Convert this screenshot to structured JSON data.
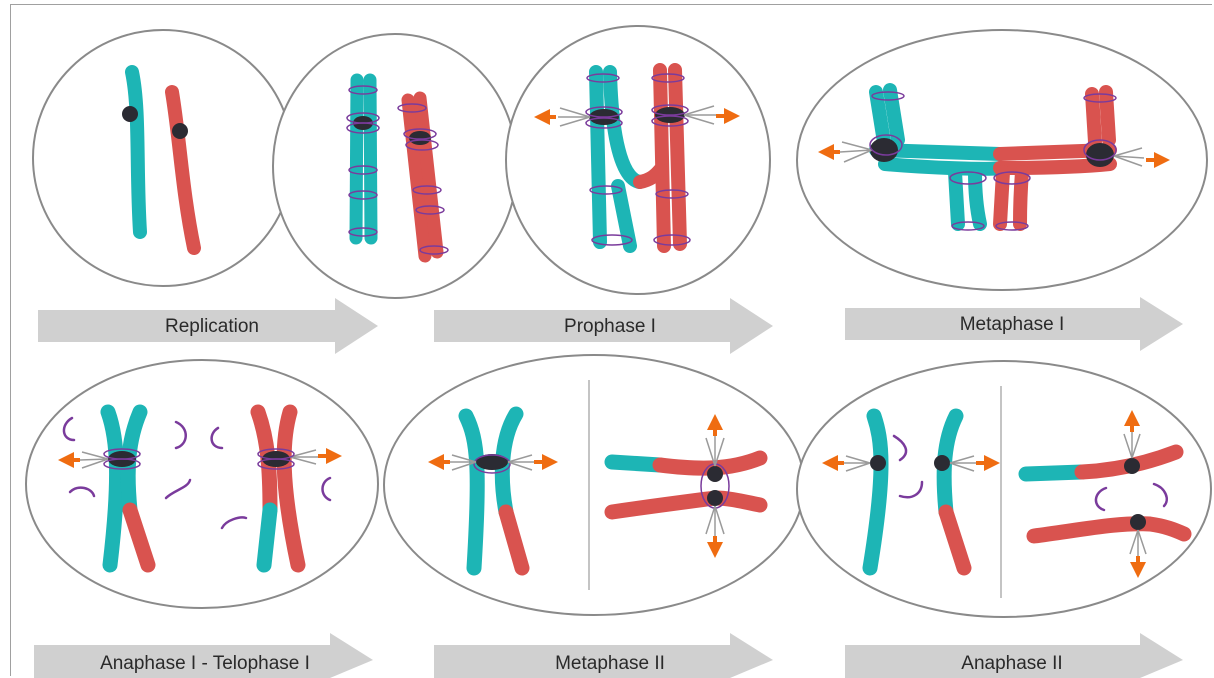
{
  "stages": [
    {
      "label": "Replication"
    },
    {
      "label": "Prophase I"
    },
    {
      "label": "Metaphase I"
    },
    {
      "label": "Anaphase I - Telophase I"
    },
    {
      "label": "Metaphase II"
    },
    {
      "label": "Anaphase II"
    }
  ],
  "colors": {
    "chromosome_a": "#1db5b5",
    "chromosome_b": "#d9534f",
    "centromere": "#2b2b33",
    "cohesin": "#7a3b9c",
    "spindle_arrow": "#ef6c11",
    "cell_outline": "#8a8a8a",
    "stage_arrow": "#d0d0d0"
  }
}
